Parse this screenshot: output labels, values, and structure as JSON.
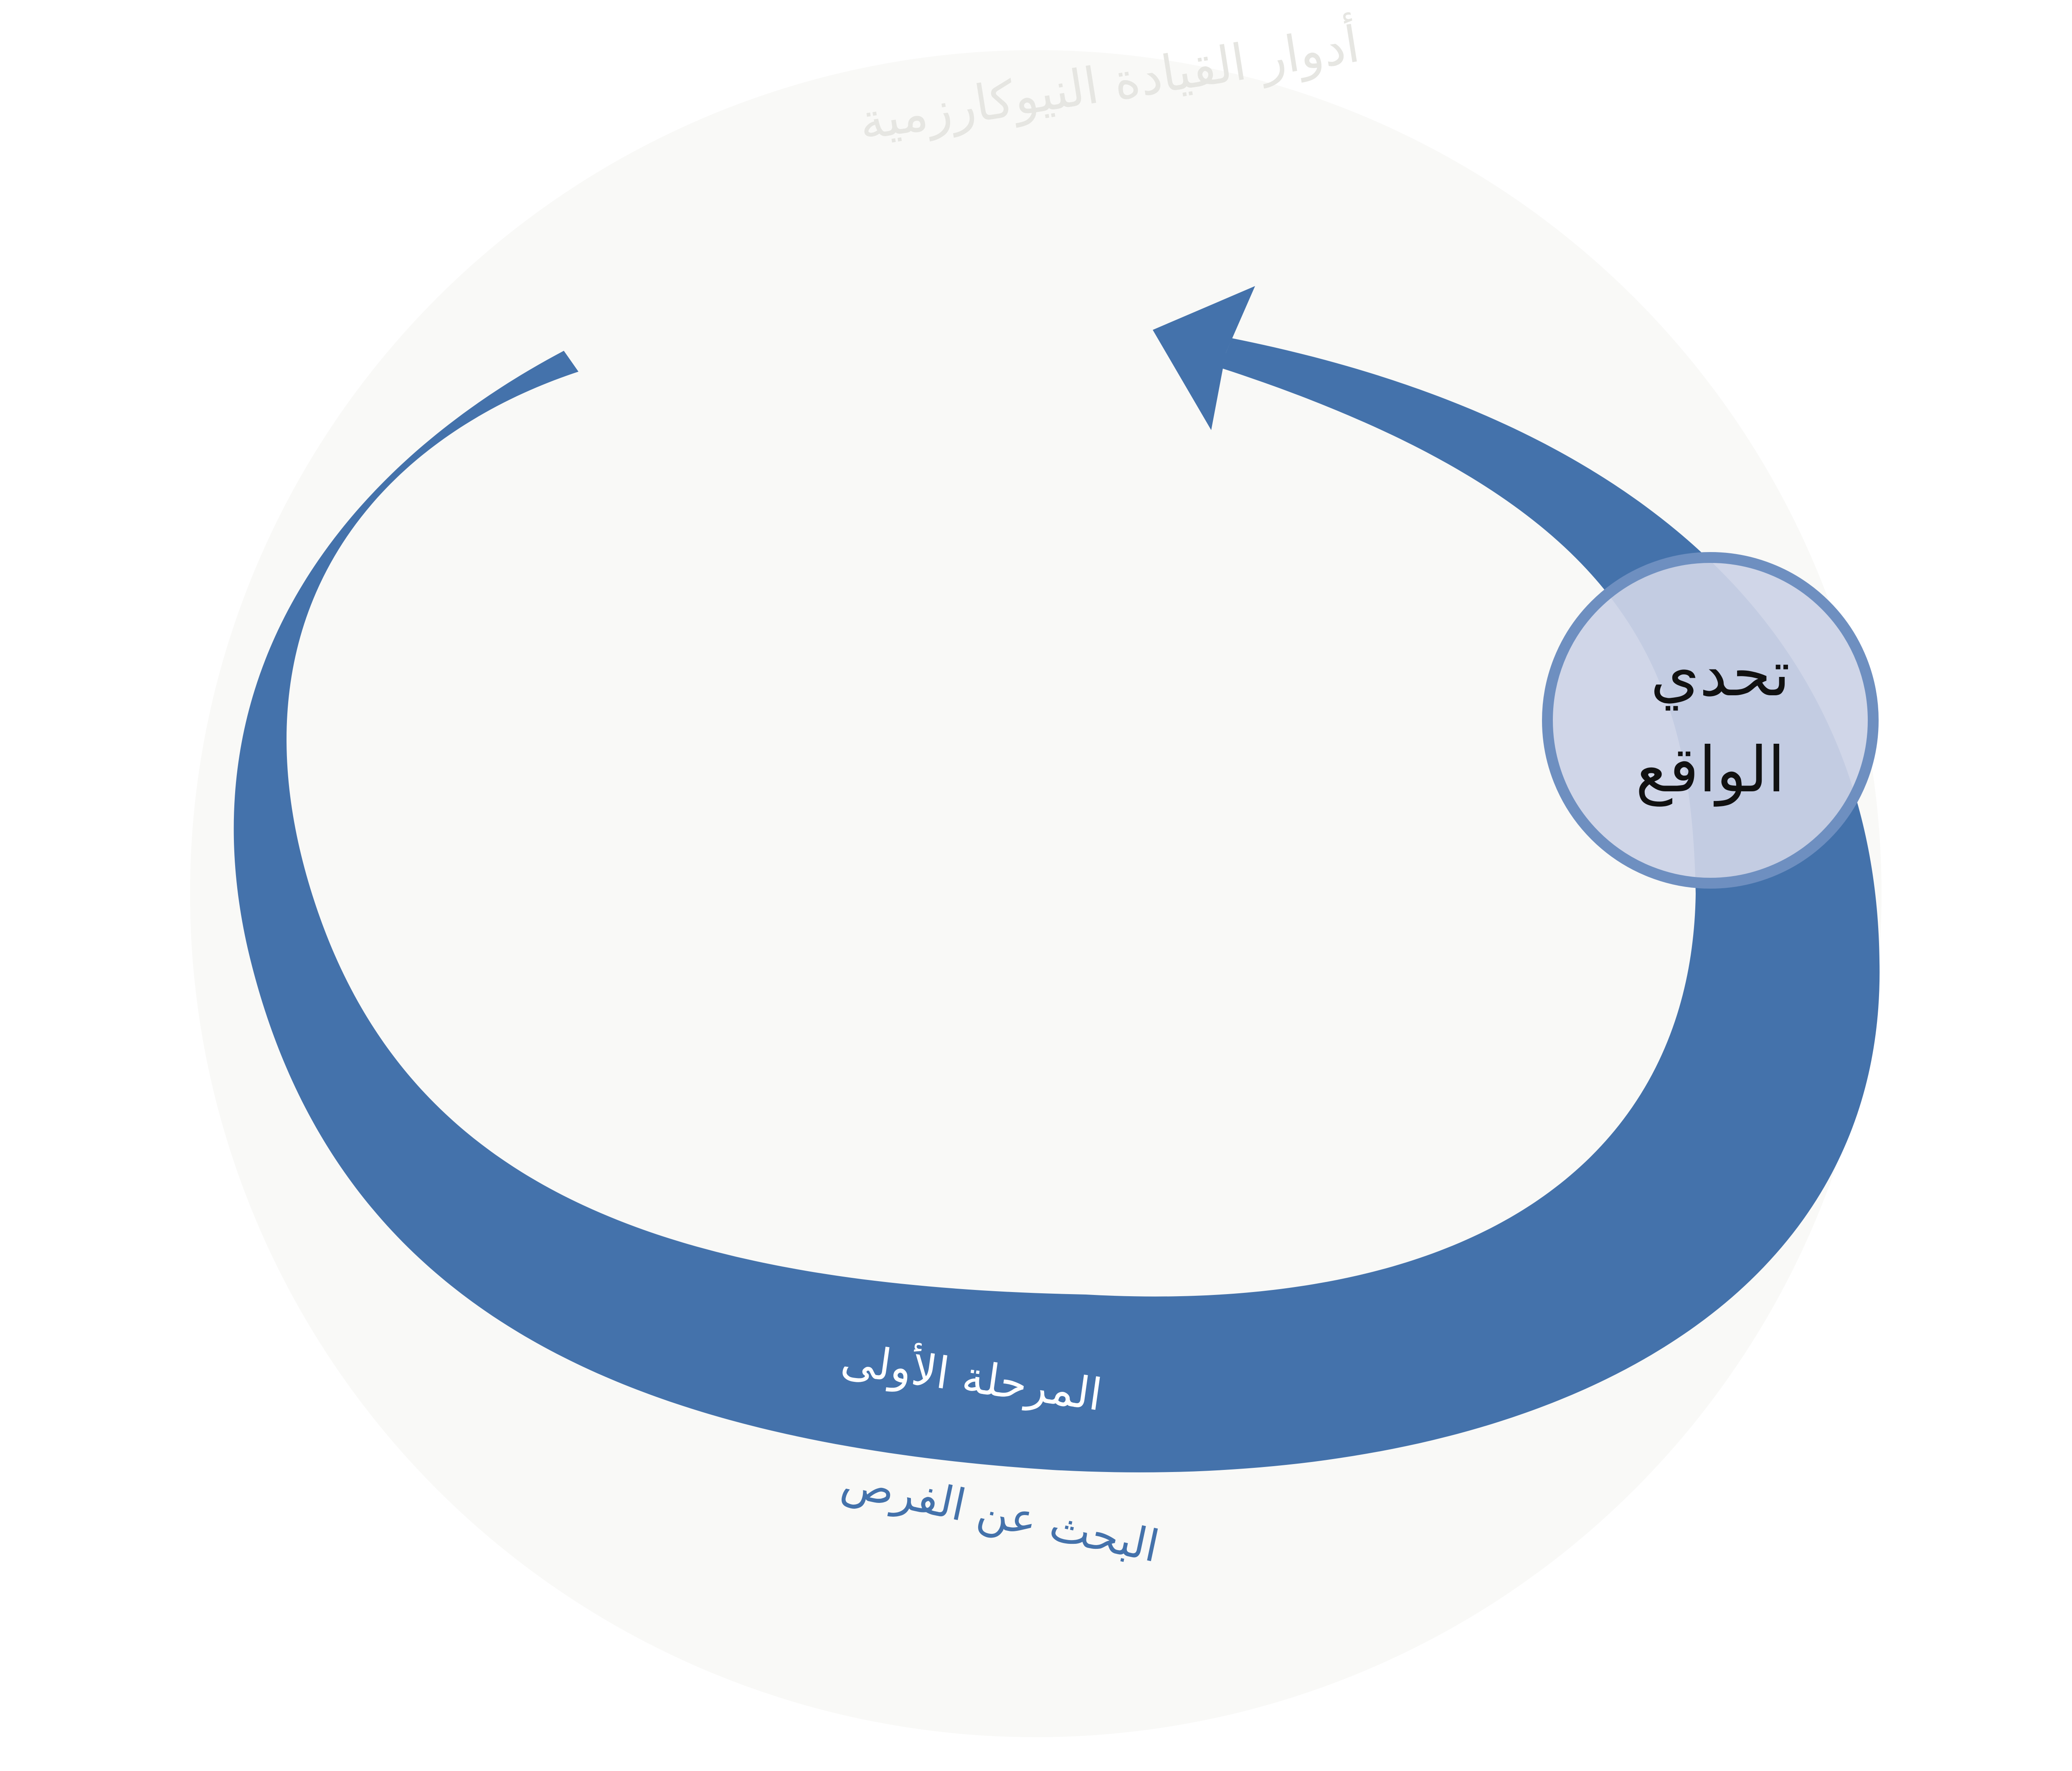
{
  "diagram": {
    "title_line1": "أدوار القيادة النيوكارزمية",
    "title_line2": "",
    "node_label_line1": "تحدي",
    "node_label_line2": "الواقع",
    "phase_label": "المرحلة الأولى",
    "phase_subtitle": "البحث عن الفرص",
    "colors": {
      "background_disc": "#f9f9f7",
      "arrow": "#4472ab",
      "node_fill": "#ccd3e6",
      "node_stroke": "#6e8fc0",
      "node_text": "#111111",
      "title_text": "#e6e6e2",
      "phase_label_text": "#ffffff",
      "phase_subtitle_text": "#4472ab"
    }
  }
}
